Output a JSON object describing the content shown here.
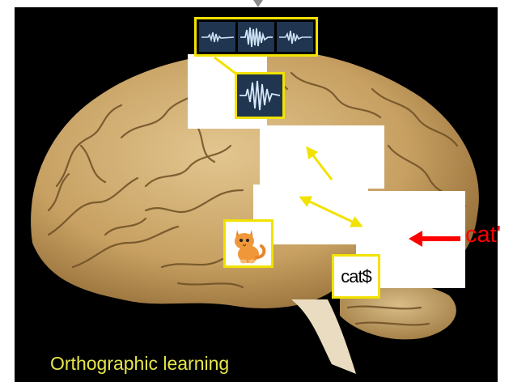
{
  "labels": {
    "orthographic_word": "cat$",
    "spoken_word": "cat'",
    "caption": "Orthographic learning"
  },
  "colors": {
    "highlight": "#f2e200",
    "arrow_red": "#ff0000",
    "caption": "#e6e64a",
    "brain": "#c9a56a"
  },
  "icons": [
    "waveform-icon",
    "cat-icon",
    "double-arrow-icon",
    "red-arrow-icon"
  ]
}
